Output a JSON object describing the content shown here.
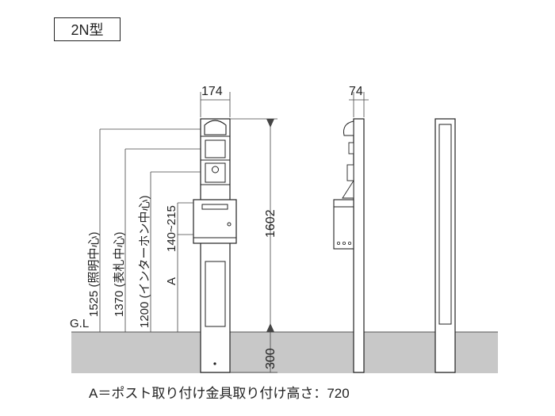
{
  "type_label": "2N型",
  "ground_label": "G.L",
  "front_view": {
    "width": "174",
    "height": "1602",
    "embed_depth": "300",
    "light_center": "1525 (照明中心)",
    "nameplate_center": "1370 (表札中心)",
    "intercom_center": "1200 (インターホン中心)",
    "intercom_range": "140~215",
    "post_mount": "A"
  },
  "side_view": {
    "depth": "74"
  },
  "note": "A＝ポスト取り付け金具取り付け高さ：720",
  "colors": {
    "line": "#222222",
    "dimension_line": "#444444",
    "ground": "#c8c8c8"
  }
}
